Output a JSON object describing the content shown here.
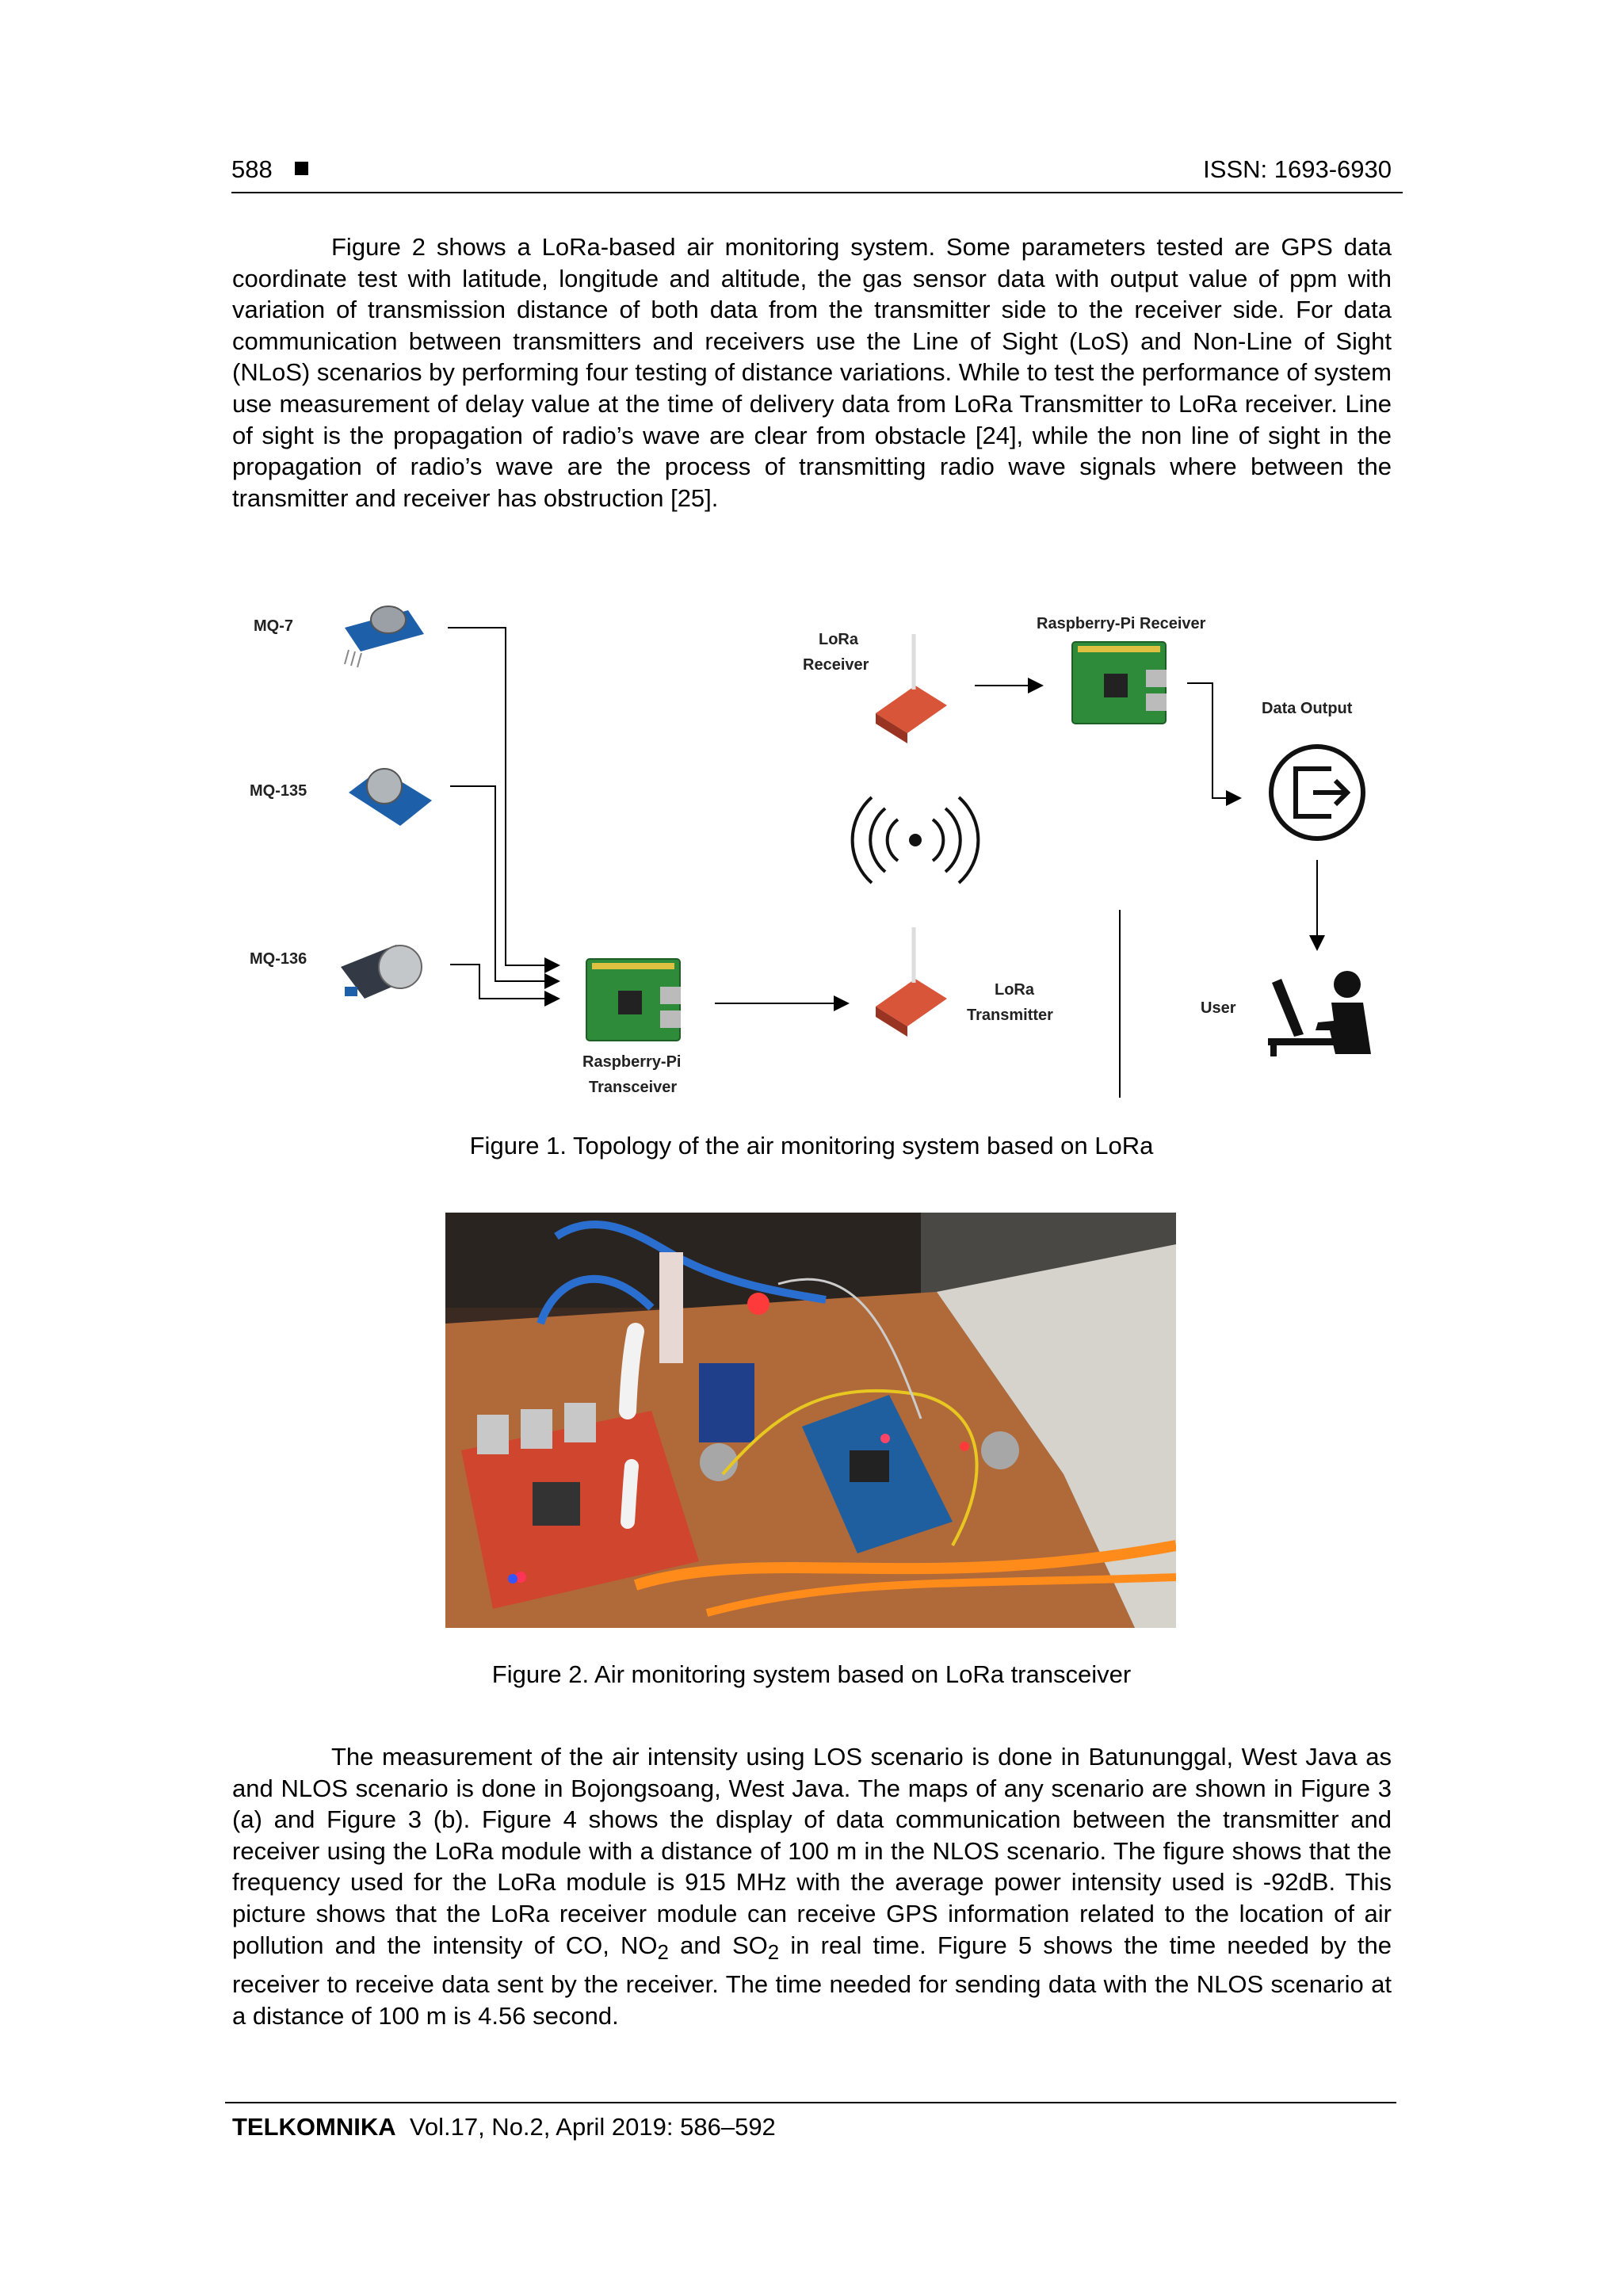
{
  "header": {
    "page_number": "588",
    "issn": "ISSN: 1693-6930"
  },
  "paragraph1": "Figure 2 shows a LoRa-based air monitoring system. Some parameters tested are GPS data coordinate test with latitude, longitude and altitude, the gas sensor data with output value of ppm with variation of transmission distance of both data from the transmitter side to the receiver side. For data communication between transmitters and receivers use the Line of Sight (LoS) and Non-Line of Sight (NLoS) scenarios by performing four testing of distance variations. While to test the performance of system use measurement of delay value at the time of delivery data from LoRa Transmitter to LoRa receiver. Line of sight is the propagation of radio’s wave are clear from obstacle [24], while the non line of sight in the propagation of radio’s wave are the process of transmitting radio wave signals where between the transmitter and receiver has obstruction [25].",
  "figure1": {
    "labels": {
      "mq7": "MQ-7",
      "mq135": "MQ-135",
      "mq136": "MQ-136",
      "rpi_transceiver_1": "Raspberry-Pi",
      "rpi_transceiver_2": "Transceiver",
      "lora_receiver_1": "LoRa",
      "lora_receiver_2": "Receiver",
      "rpi_receiver": "Raspberry-Pi Receiver",
      "data_output": "Data Output",
      "lora_transmitter_1": "LoRa",
      "lora_transmitter_2": "Transmitter",
      "user": "User"
    },
    "caption": "Figure 1. Topology of the air monitoring system based on LoRa"
  },
  "figure2": {
    "caption": "Figure 2. Air monitoring system based on LoRa transceiver"
  },
  "paragraph2_parts": {
    "a": "The measurement of the air intensity using LOS scenario is done in Batununggal, West Java as and NLOS scenario is done in Bojongsoang, West Java. The maps of any scenario are shown in Figure 3 (a) and Figure 3 (b). Figure 4 shows the display of data communication between the transmitter and receiver using the LoRa module with a distance of 100 m in the NLOS scenario. The figure shows that the frequency used for the LoRa module is 915 MHz with the average power intensity used is -92dB. This picture shows that the LoRa receiver module can receive GPS information related to the location of air pollution and the intensity of CO, NO",
    "sub1": "2",
    "b": " and SO",
    "sub2": "2",
    "c": " in real time. Figure 5 shows the time needed by the receiver to receive data sent by the receiver. The time needed for sending data with the NLOS scenario at a distance of 100 m is 4.56 second."
  },
  "footer": {
    "journal": "TELKOMNIKA",
    "citation": "Vol.17, No.2, April 2019:  586–592"
  }
}
